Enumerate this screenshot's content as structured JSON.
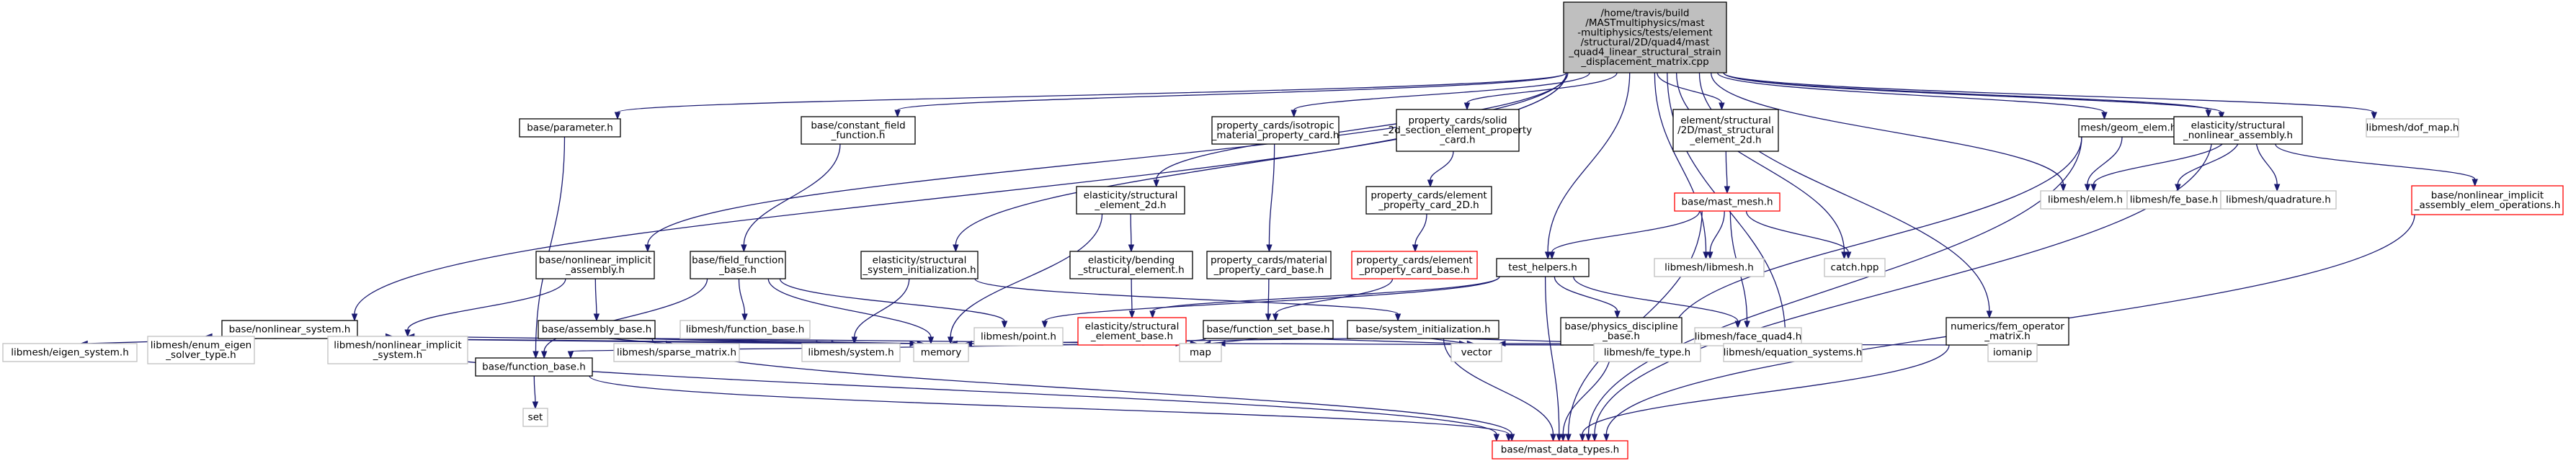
{
  "colors": {
    "edge": "#191970",
    "root_fill": "#bfbfbf",
    "root_border": "#000000",
    "normal_border": "#000000",
    "external_border": "#bfbfbf",
    "external_text": "#404040",
    "missing_border": "#ff0000"
  },
  "root": {
    "id": "root",
    "lines": [
      "/home/travis/build",
      "/MASTmultiphysics/mast",
      "-multiphysics/tests/element",
      "/structural/2D/quad4/mast",
      "_quad4_linear_structural_strain",
      "_displacement_matrix.cpp"
    ]
  },
  "nodes": [
    {
      "id": "param",
      "lines": [
        "base/parameter.h"
      ],
      "kind": "normal"
    },
    {
      "id": "const_field",
      "lines": [
        "base/constant_field",
        "_function.h"
      ],
      "kind": "normal"
    },
    {
      "id": "iso_card",
      "lines": [
        "property_cards/isotropic",
        "_material_property_card.h"
      ],
      "kind": "normal"
    },
    {
      "id": "solid2d",
      "lines": [
        "property_cards/solid",
        "_2d_section_element_property",
        "_card.h"
      ],
      "kind": "normal"
    },
    {
      "id": "mast_struct2d",
      "lines": [
        "element/structural",
        "/2D/mast_structural",
        "_element_2d.h"
      ],
      "kind": "normal"
    },
    {
      "id": "geom_elem",
      "lines": [
        "mesh/geom_elem.h"
      ],
      "kind": "normal"
    },
    {
      "id": "fe_base",
      "lines": [
        "mesh/fe_base.h"
      ],
      "kind": "normal"
    },
    {
      "id": "nonlin_asm",
      "lines": [
        "elasticity/structural",
        "_nonlinear_assembly.h"
      ],
      "kind": "normal"
    },
    {
      "id": "dof_map",
      "lines": [
        "libmesh/dof_map.h"
      ],
      "kind": "external"
    },
    {
      "id": "struct_elem2d",
      "lines": [
        "elasticity/structural",
        "_element_2d.h"
      ],
      "kind": "normal"
    },
    {
      "id": "card2d",
      "lines": [
        "property_cards/element",
        "_property_card_2D.h"
      ],
      "kind": "normal"
    },
    {
      "id": "mast_mesh",
      "lines": [
        "base/mast_mesh.h"
      ],
      "kind": "missing"
    },
    {
      "id": "libelem",
      "lines": [
        "libmesh/elem.h"
      ],
      "kind": "external"
    },
    {
      "id": "libfe_base",
      "lines": [
        "libmesh/fe_base.h"
      ],
      "kind": "external"
    },
    {
      "id": "quadrature",
      "lines": [
        "libmesh/quadrature.h"
      ],
      "kind": "external"
    },
    {
      "id": "nl_impl_ops",
      "lines": [
        "base/nonlinear_implicit",
        "_assembly_elem_operations.h"
      ],
      "kind": "missing"
    },
    {
      "id": "nl_impl_asm",
      "lines": [
        "base/nonlinear_implicit",
        "_assembly.h"
      ],
      "kind": "normal"
    },
    {
      "id": "field_func",
      "lines": [
        "base/field_function",
        "_base.h"
      ],
      "kind": "normal"
    },
    {
      "id": "struct_sys_init",
      "lines": [
        "elasticity/structural",
        "_system_initialization.h"
      ],
      "kind": "normal"
    },
    {
      "id": "bending",
      "lines": [
        "elasticity/bending",
        "_structural_element.h"
      ],
      "kind": "normal"
    },
    {
      "id": "mat_card",
      "lines": [
        "property_cards/material",
        "_property_card_base.h"
      ],
      "kind": "normal"
    },
    {
      "id": "elem_card_base",
      "lines": [
        "property_cards/element",
        "_property_card_base.h"
      ],
      "kind": "missing"
    },
    {
      "id": "test_helpers",
      "lines": [
        "test_helpers.h"
      ],
      "kind": "normal"
    },
    {
      "id": "liblibmesh",
      "lines": [
        "libmesh/libmesh.h"
      ],
      "kind": "external"
    },
    {
      "id": "catch",
      "lines": [
        "catch.hpp"
      ],
      "kind": "external"
    },
    {
      "id": "nonlin_sys",
      "lines": [
        "base/nonlinear_system.h"
      ],
      "kind": "normal"
    },
    {
      "id": "asm_base",
      "lines": [
        "base/assembly_base.h"
      ],
      "kind": "normal"
    },
    {
      "id": "libfunc_base",
      "lines": [
        "libmesh/function_base.h"
      ],
      "kind": "external"
    },
    {
      "id": "libpoint",
      "lines": [
        "libmesh/point.h"
      ],
      "kind": "external"
    },
    {
      "id": "struct_elem_base",
      "lines": [
        "elasticity/structural",
        "_element_base.h"
      ],
      "kind": "missing"
    },
    {
      "id": "func_set",
      "lines": [
        "base/function_set_base.h"
      ],
      "kind": "normal"
    },
    {
      "id": "sys_init",
      "lines": [
        "base/system_initialization.h"
      ],
      "kind": "normal"
    },
    {
      "id": "phys_disc",
      "lines": [
        "base/physics_discipline",
        "_base.h"
      ],
      "kind": "normal"
    },
    {
      "id": "face_quad4",
      "lines": [
        "libmesh/face_quad4.h"
      ],
      "kind": "external"
    },
    {
      "id": "fem_op",
      "lines": [
        "numerics/fem_operator",
        "_matrix.h"
      ],
      "kind": "normal"
    },
    {
      "id": "eigen_sys",
      "lines": [
        "libmesh/eigen_system.h"
      ],
      "kind": "external"
    },
    {
      "id": "enum_eigen",
      "lines": [
        "libmesh/enum_eigen",
        "_solver_type.h"
      ],
      "kind": "external"
    },
    {
      "id": "lib_nl_impl",
      "lines": [
        "libmesh/nonlinear_implicit",
        "_system.h"
      ],
      "kind": "external"
    },
    {
      "id": "func_base",
      "lines": [
        "base/function_base.h"
      ],
      "kind": "normal"
    },
    {
      "id": "sparse",
      "lines": [
        "libmesh/sparse_matrix.h"
      ],
      "kind": "external"
    },
    {
      "id": "libsystem",
      "lines": [
        "libmesh/system.h"
      ],
      "kind": "external"
    },
    {
      "id": "memory",
      "lines": [
        "memory"
      ],
      "kind": "external"
    },
    {
      "id": "map",
      "lines": [
        "map"
      ],
      "kind": "external"
    },
    {
      "id": "vector",
      "lines": [
        "vector"
      ],
      "kind": "external"
    },
    {
      "id": "fe_type",
      "lines": [
        "libmesh/fe_type.h"
      ],
      "kind": "external"
    },
    {
      "id": "eq_sys",
      "lines": [
        "libmesh/equation_systems.h"
      ],
      "kind": "external"
    },
    {
      "id": "iomanip",
      "lines": [
        "iomanip"
      ],
      "kind": "external"
    },
    {
      "id": "set",
      "lines": [
        "set"
      ],
      "kind": "external"
    },
    {
      "id": "data_types",
      "lines": [
        "base/mast_data_types.h"
      ],
      "kind": "missing"
    }
  ],
  "edges": [
    [
      "root",
      "param"
    ],
    [
      "root",
      "const_field"
    ],
    [
      "root",
      "iso_card"
    ],
    [
      "root",
      "solid2d"
    ],
    [
      "root",
      "mast_struct2d"
    ],
    [
      "root",
      "geom_elem"
    ],
    [
      "root",
      "fe_base"
    ],
    [
      "root",
      "nonlin_asm"
    ],
    [
      "root",
      "dof_map"
    ],
    [
      "root",
      "struct_elem2d"
    ],
    [
      "root",
      "libelem"
    ],
    [
      "root",
      "nl_impl_asm"
    ],
    [
      "root",
      "struct_sys_init"
    ],
    [
      "root",
      "test_helpers"
    ],
    [
      "root",
      "liblibmesh"
    ],
    [
      "root",
      "catch"
    ],
    [
      "root",
      "nonlin_sys"
    ],
    [
      "root",
      "fem_op"
    ],
    [
      "root",
      "eq_sys"
    ],
    [
      "param",
      "func_base"
    ],
    [
      "const_field",
      "field_func"
    ],
    [
      "iso_card",
      "mat_card"
    ],
    [
      "solid2d",
      "card2d"
    ],
    [
      "card2d",
      "elem_card_base"
    ],
    [
      "mast_struct2d",
      "mast_mesh"
    ],
    [
      "mast_mesh",
      "test_helpers"
    ],
    [
      "mast_mesh",
      "liblibmesh"
    ],
    [
      "mast_mesh",
      "catch"
    ],
    [
      "mast_mesh",
      "face_quad4"
    ],
    [
      "mast_mesh",
      "data_types"
    ],
    [
      "geom_elem",
      "libelem"
    ],
    [
      "geom_elem",
      "fe_type"
    ],
    [
      "geom_elem",
      "data_types"
    ],
    [
      "fe_base",
      "libelem"
    ],
    [
      "fe_base",
      "libfe_base"
    ],
    [
      "fe_base",
      "quadrature"
    ],
    [
      "fe_base",
      "data_types"
    ],
    [
      "nonlin_asm",
      "nl_impl_ops"
    ],
    [
      "nl_impl_ops",
      "data_types"
    ],
    [
      "struct_elem2d",
      "bending"
    ],
    [
      "struct_elem2d",
      "memory"
    ],
    [
      "bending",
      "struct_elem_base"
    ],
    [
      "struct_elem_base",
      "memory"
    ],
    [
      "struct_elem_base",
      "map"
    ],
    [
      "mat_card",
      "func_set"
    ],
    [
      "elem_card_base",
      "func_set"
    ],
    [
      "func_set",
      "func_base"
    ],
    [
      "func_set",
      "map"
    ],
    [
      "func_set",
      "vector"
    ],
    [
      "nl_impl_asm",
      "asm_base"
    ],
    [
      "nl_impl_asm",
      "lib_nl_impl"
    ],
    [
      "field_func",
      "func_base"
    ],
    [
      "field_func",
      "libfunc_base"
    ],
    [
      "field_func",
      "libpoint"
    ],
    [
      "field_func",
      "memory"
    ],
    [
      "struct_sys_init",
      "sys_init"
    ],
    [
      "struct_sys_init",
      "libsystem"
    ],
    [
      "sys_init",
      "memory"
    ],
    [
      "sys_init",
      "vector"
    ],
    [
      "sys_init",
      "fe_type"
    ],
    [
      "sys_init",
      "data_types"
    ],
    [
      "test_helpers",
      "libpoint"
    ],
    [
      "test_helpers",
      "struct_elem_base"
    ],
    [
      "test_helpers",
      "phys_disc"
    ],
    [
      "test_helpers",
      "face_quad4"
    ],
    [
      "test_helpers",
      "data_types"
    ],
    [
      "phys_disc",
      "map"
    ],
    [
      "phys_disc",
      "eq_sys"
    ],
    [
      "phys_disc",
      "data_types"
    ],
    [
      "nonlin_sys",
      "eigen_sys"
    ],
    [
      "nonlin_sys",
      "enum_eigen"
    ],
    [
      "nonlin_sys",
      "lib_nl_impl"
    ],
    [
      "nonlin_sys",
      "libsystem"
    ],
    [
      "nonlin_sys",
      "memory"
    ],
    [
      "nonlin_sys",
      "data_types"
    ],
    [
      "asm_base",
      "lib_nl_impl"
    ],
    [
      "asm_base",
      "sparse"
    ],
    [
      "asm_base",
      "libsystem"
    ],
    [
      "asm_base",
      "memory"
    ],
    [
      "asm_base",
      "map"
    ],
    [
      "asm_base",
      "data_types"
    ],
    [
      "func_base",
      "set"
    ],
    [
      "func_base",
      "data_types"
    ],
    [
      "fem_op",
      "vector"
    ],
    [
      "fem_op",
      "iomanip"
    ],
    [
      "fem_op",
      "data_types"
    ]
  ]
}
